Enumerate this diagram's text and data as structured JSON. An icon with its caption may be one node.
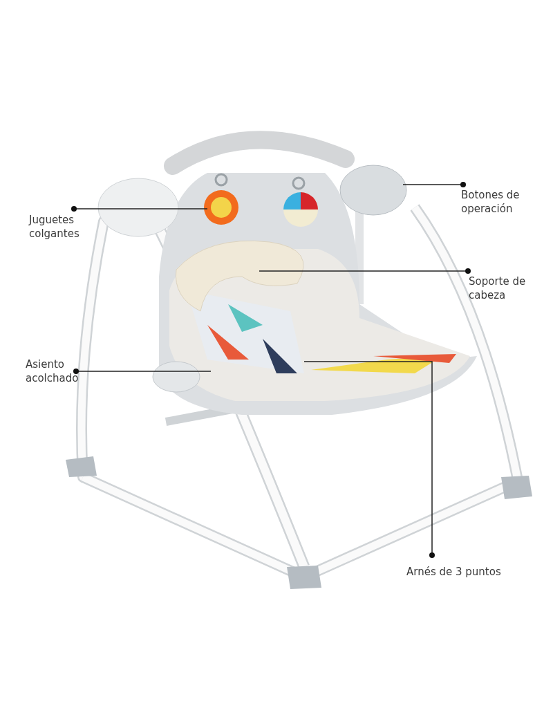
{
  "diagram": {
    "nodes": [
      {
        "text": [
          "Botones de operación"
        ]
      },
      {
        "text": [
          "Juguetes colgantes"
        ]
      },
      {
        "text": [
          "Soporte de cabeza"
        ]
      },
      {
        "text": [
          "Asiento acolchado"
        ]
      },
      {
        "text": [
          "Arnés de 3 puntos"
        ]
      }
    ],
    "edges": [
      {
        "from": 0,
        "to": null,
        "arrow": "other"
      },
      {
        "from": 1,
        "to": null,
        "arrow": "other"
      },
      {
        "from": 2,
        "to": null,
        "arrow": "other"
      },
      {
        "from": 3,
        "to": null,
        "arrow": "other"
      },
      {
        "from": 4,
        "to": null,
        "arrow": "other"
      }
    ]
  }
}
